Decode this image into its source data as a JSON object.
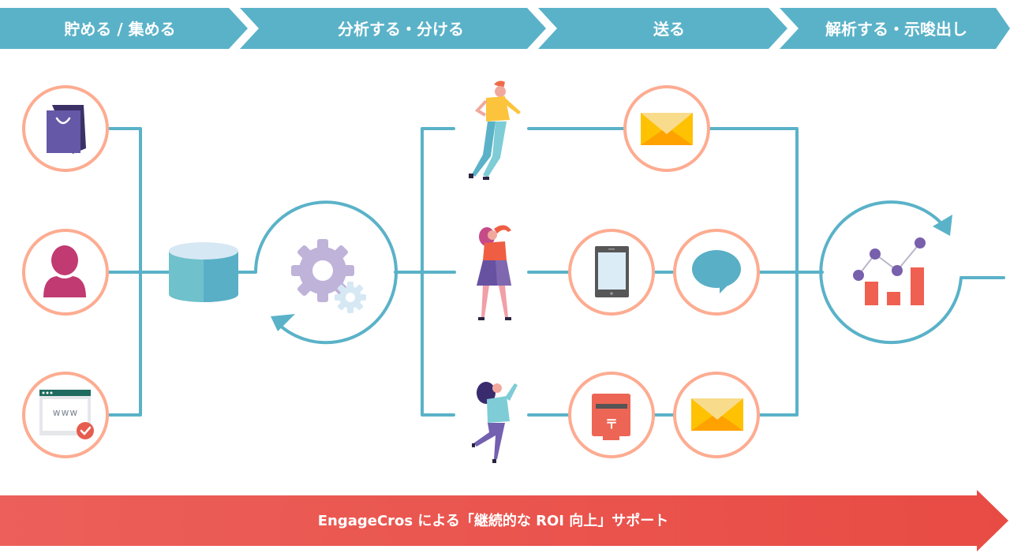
{
  "steps": [
    {
      "label": "貯める / 集める"
    },
    {
      "label": "分析する・分ける"
    },
    {
      "label": "送る"
    },
    {
      "label": "解析する・示唆出し"
    }
  ],
  "banner": {
    "label": "EngageCros による「継続的な ROI 向上」サポート"
  },
  "sources": [
    {
      "icon": "shopping-bag-icon"
    },
    {
      "icon": "user-icon"
    },
    {
      "icon": "website-icon",
      "text": "www"
    }
  ],
  "hub": {
    "database_icon": "database-icon",
    "process_icon": "gears-icon"
  },
  "segments": [
    {
      "icon": "man-figure-icon"
    },
    {
      "icon": "woman-figure-icon"
    },
    {
      "icon": "girl-figure-icon"
    }
  ],
  "channels": {
    "row1": [
      {
        "icon": "email-icon"
      }
    ],
    "row2": [
      {
        "icon": "tablet-icon"
      },
      {
        "icon": "chat-bubble-icon"
      }
    ],
    "row3": [
      {
        "icon": "postbox-icon",
        "text": "〒"
      },
      {
        "icon": "email-icon"
      }
    ]
  },
  "analysis": {
    "icon": "analytics-chart-icon"
  },
  "colors": {
    "step_bar": "#5ab2c8",
    "connector": "#5ab2c8",
    "circle_ring": "#fdab91",
    "banner": "#ea5a52"
  }
}
